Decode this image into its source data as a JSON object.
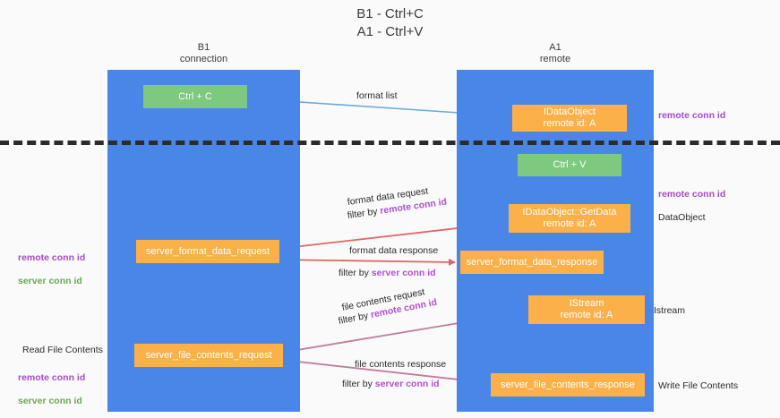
{
  "title": "B1 - Ctrl+C\nA1 - Ctrl+V",
  "columns": {
    "left": {
      "name": "B1",
      "role": "connection",
      "label": "B1\nconnection"
    },
    "right": {
      "name": "A1",
      "role": "remote",
      "label": "A1\nremote"
    }
  },
  "colors": {
    "lane": "#4a86e8",
    "action_node": "#7dc97f",
    "message_node": "#fbb04a",
    "remote_conn_id": "#a64ad0",
    "server_conn_id": "#6aa84f",
    "divider": "#2b2b2b",
    "arrow_format_list": "#6fa8dc",
    "arrow_format_data": "#e06666",
    "arrow_file_contents": "#c27ba0",
    "arrow_control": "#2b2b2b"
  },
  "nodes": {
    "ctrl_c": {
      "label": "Ctrl + C",
      "kind": "action"
    },
    "idataobject_remote": {
      "label": "IDataObject\nremote id: A",
      "kind": "message"
    },
    "ctrl_v": {
      "label": "Ctrl + V",
      "kind": "action"
    },
    "getdata": {
      "label": "IDataObject::GetData\nremote id: A",
      "kind": "message"
    },
    "server_format_data_request": {
      "label": "server_format_data_request",
      "kind": "message"
    },
    "server_format_data_response": {
      "label": "server_format_data_response",
      "kind": "message"
    },
    "istream": {
      "label": "IStream\nremote id: A",
      "kind": "message"
    },
    "server_file_contents_request": {
      "label": "server_file_contents_request",
      "kind": "message"
    },
    "server_file_contents_response": {
      "label": "server_file_contents_response",
      "kind": "message"
    }
  },
  "edge_labels": {
    "format_list": "format list",
    "format_data_request": "format data request",
    "format_data_request_filter_prefix": "filter by ",
    "format_data_request_filter_key": "remote conn id",
    "format_data_response": "format data response",
    "format_data_response_filter_prefix": "filter by ",
    "format_data_response_filter_key": "server conn id",
    "file_contents_request": "file contents request",
    "file_contents_request_filter_prefix": "filter by ",
    "file_contents_request_filter_key": "remote conn id",
    "file_contents_response": "file contents response",
    "file_contents_response_filter_prefix": "filter by ",
    "file_contents_response_filter_key": "server conn id"
  },
  "annotations": {
    "right_remote_conn_id_top": "remote conn id",
    "right_remote_conn_id_mid": "remote conn id",
    "right_dataobject": "DataObject",
    "right_istream": "Istream",
    "right_write_file_contents": "Write File Contents",
    "left_conn_ids_mid": "remote conn id\nserver conn id",
    "left_read_file_contents": "Read File Contents",
    "left_conn_ids_bottom": "remote conn id\nserver conn id"
  }
}
